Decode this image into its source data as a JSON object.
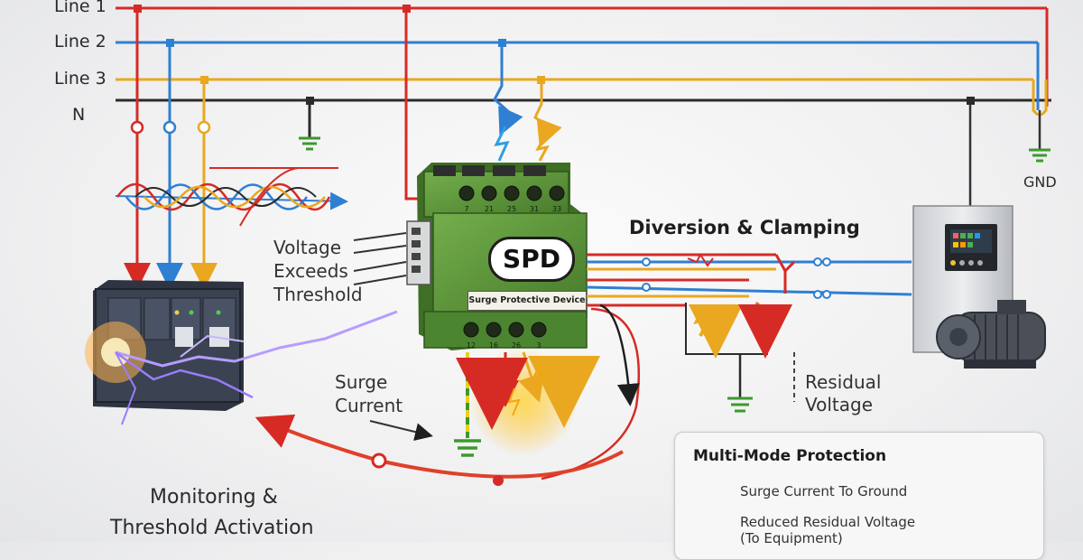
{
  "lines": [
    {
      "label": "Line 1",
      "color": "#d62b25"
    },
    {
      "label": "Line 2",
      "color": "#2f7fd3"
    },
    {
      "label": "Line 3",
      "color": "#e9a81f"
    },
    {
      "label": "N",
      "color": "#2b2b2b"
    }
  ],
  "gnd_label": "GND",
  "spd": {
    "badge": "SPD",
    "strip": "Surge Protective Device",
    "top_terminals": [
      "7",
      "21",
      "25",
      "31",
      "33"
    ],
    "bottom_terminals": [
      "12",
      "16",
      "26",
      "3"
    ],
    "body_color": "#5f9a3c"
  },
  "labels": {
    "voltage_threshold": [
      "Voltage",
      "Exceeds",
      "Threshold"
    ],
    "diversion": "Diversion & Clamping",
    "surge_current": [
      "Surge",
      "Current"
    ],
    "residual_voltage": [
      "Residual",
      "Voltage"
    ],
    "monitoring": [
      "Monitoring &",
      "Threshold Activation"
    ]
  },
  "legend": {
    "title": "Multi-Mode Protection",
    "items": [
      {
        "label": "Surge Current To Ground",
        "color": "#d62b25"
      },
      {
        "label": "Reduced Residual Voltage",
        "sub": "(To Equipment)",
        "color": "#1e1e1e"
      }
    ]
  },
  "icons": [
    "ground-symbol-icon",
    "lightning-bolt-icon",
    "motor-icon",
    "control-panel-icon",
    "plc-rack-icon",
    "sine-wave-icon"
  ]
}
